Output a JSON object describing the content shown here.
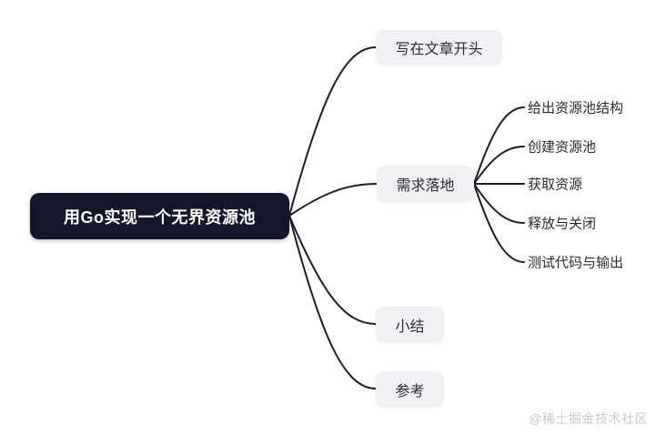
{
  "colors": {
    "background": "#ffffff",
    "root_bg": "#15152b",
    "root_text": "#ffffff",
    "branch_bg": "#f1f1f3",
    "branch_text": "#2b2b3a",
    "leaf_text": "#2a2a38",
    "line": "#1c1c30",
    "watermark_text": "#c9c9c9"
  },
  "root": {
    "label": "用Go实现一个无界资源池"
  },
  "branches": [
    {
      "label": "写在文章开头",
      "children": []
    },
    {
      "label": "需求落地",
      "children": [
        "给出资源池结构",
        "创建资源池",
        "获取资源",
        "释放与关闭",
        "测试代码与输出"
      ]
    },
    {
      "label": "小结",
      "children": []
    },
    {
      "label": "参考",
      "children": []
    }
  ],
  "watermark": "@稀土掘金技术社区"
}
